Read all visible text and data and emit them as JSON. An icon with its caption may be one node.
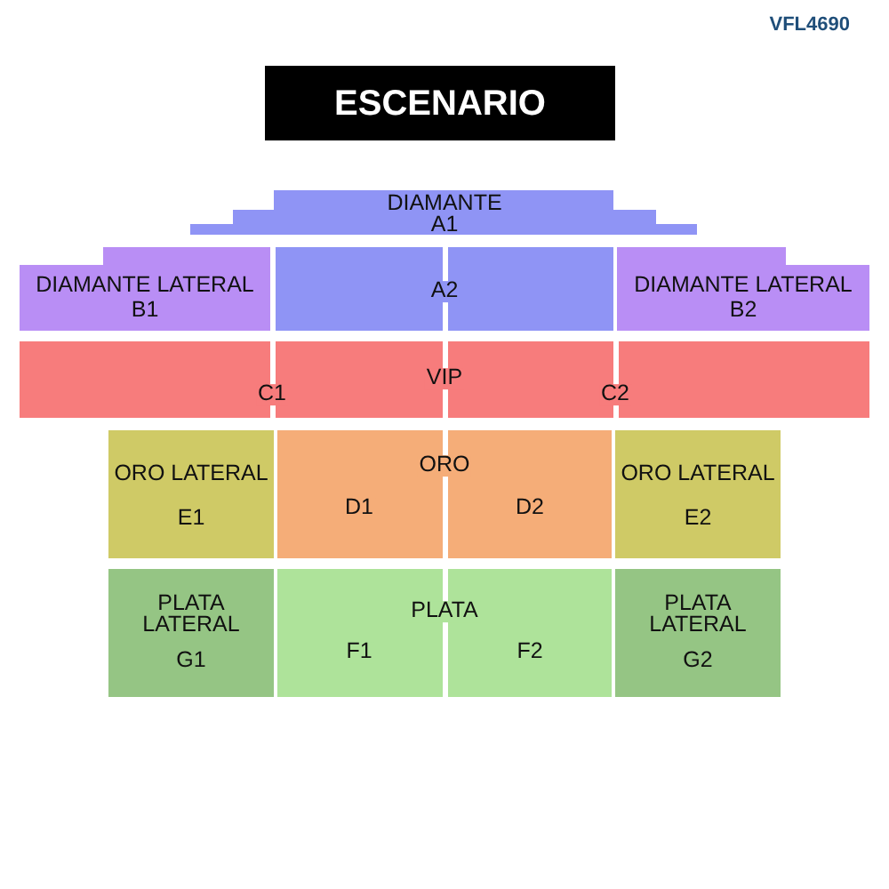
{
  "diagram": {
    "nodes": [
      {
        "text": [
          "ESCENARIO"
        ]
      },
      {
        "text": [
          "DIAMANTE",
          "A1"
        ]
      },
      {
        "text": [
          "DIAMANTE LATERAL",
          "B1"
        ]
      },
      {
        "text": [
          "A2"
        ]
      },
      {
        "text": [
          "DIAMANTE LATERAL",
          "B2"
        ]
      },
      {
        "text": [
          "VIP",
          "C1",
          "C2"
        ]
      },
      {
        "text": [
          "ORO LATERAL",
          "E1"
        ]
      },
      {
        "text": [
          "ORO",
          "D1",
          "D2"
        ]
      },
      {
        "text": [
          "ORO LATERAL",
          "E2"
        ]
      },
      {
        "text": [
          "PLATA LATERAL",
          "G1"
        ]
      },
      {
        "text": [
          "PLATA",
          "F1",
          "F2"
        ]
      },
      {
        "text": [
          "PLATA LATERAL",
          "G2"
        ]
      }
    ],
    "labels": [
      "VFL4690"
    ]
  }
}
